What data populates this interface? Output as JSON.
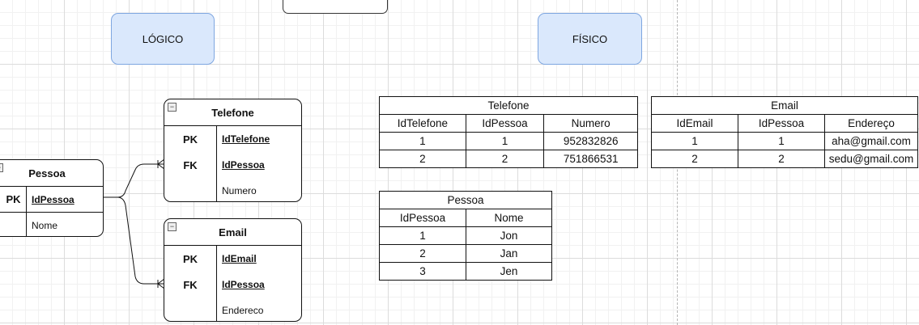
{
  "labels": {
    "logical": "LÓGICO",
    "physical": "FÍSICO"
  },
  "logical": {
    "pessoa": {
      "title": "Pessoa",
      "rows": [
        {
          "key": "PK",
          "field": "IdPessoa"
        },
        {
          "key": "",
          "field": "Nome"
        }
      ]
    },
    "telefone": {
      "title": "Telefone",
      "rows": [
        {
          "key": "PK",
          "field": "IdTelefone"
        },
        {
          "key": "FK",
          "field": "IdPessoa"
        },
        {
          "key": "",
          "field": "Numero"
        }
      ]
    },
    "email": {
      "title": "Email",
      "rows": [
        {
          "key": "PK",
          "field": "IdEmail"
        },
        {
          "key": "FK",
          "field": "IdPessoa"
        },
        {
          "key": "",
          "field": "Endereco"
        }
      ]
    }
  },
  "physical": {
    "telefone": {
      "title": "Telefone",
      "columns": [
        "IdTelefone",
        "IdPessoa",
        "Numero"
      ],
      "rows": [
        [
          "1",
          "1",
          "952832826"
        ],
        [
          "2",
          "2",
          "751866531"
        ]
      ]
    },
    "email": {
      "title": "Email",
      "columns": [
        "IdEmail",
        "IdPessoa",
        "Endereço"
      ],
      "rows": [
        [
          "1",
          "1",
          "aha@gmail.com"
        ],
        [
          "2",
          "2",
          "sedu@gmail.com"
        ]
      ]
    },
    "pessoa": {
      "title": "Pessoa",
      "columns": [
        "IdPessoa",
        "Nome"
      ],
      "rows": [
        [
          "1",
          "Jon"
        ],
        [
          "2",
          "Jan"
        ],
        [
          "3",
          "Jen"
        ]
      ]
    }
  }
}
